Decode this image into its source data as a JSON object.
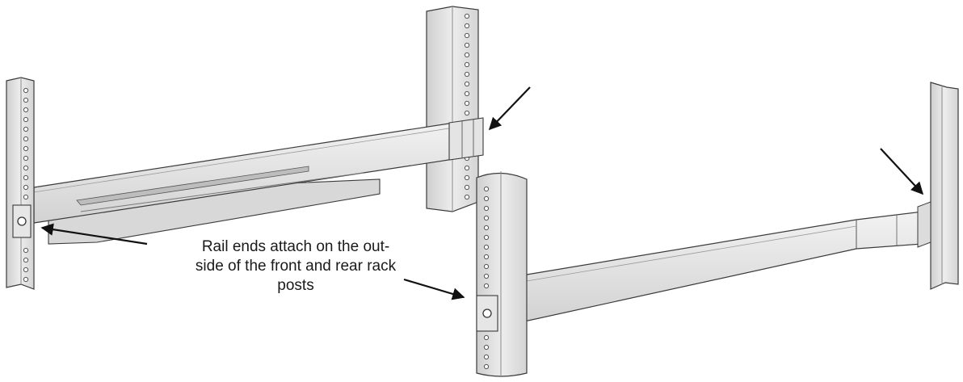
{
  "callout": {
    "lines": [
      "Rail ends attach on the out-",
      "side of the front and rear rack",
      "posts"
    ]
  },
  "colors": {
    "metal_light": "#e9e9e9",
    "metal_mid": "#d6d6d6",
    "metal_dark": "#bdbdbd",
    "outline": "#3a3a3a",
    "arrow": "#111111"
  }
}
